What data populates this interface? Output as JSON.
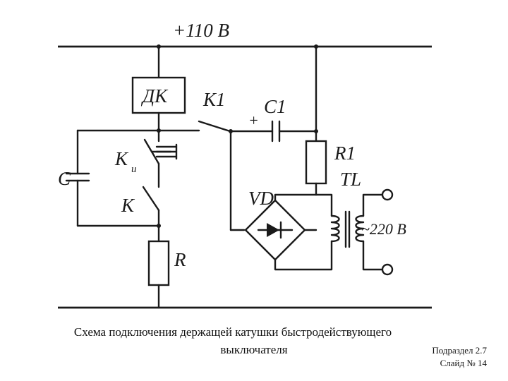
{
  "diagram": {
    "supply_label": "+110 В",
    "dk_label": "ДК",
    "k1_label": "К1",
    "plus_label": "+",
    "c1_label": "С1",
    "ki_label_main": "К",
    "ki_label_sub": "и",
    "c_label": "С",
    "k_label": "К",
    "r1_label": "R1",
    "tl_label": "TL",
    "vd_label": "VD",
    "ac_label": "~220 В",
    "r_label": "R"
  },
  "caption": {
    "line1": "Схема подключения держащей катушки быстродействующего",
    "line2": "выключателя"
  },
  "footer": {
    "section": "Подраздел 2.7",
    "slide": "Слайд № 14"
  }
}
